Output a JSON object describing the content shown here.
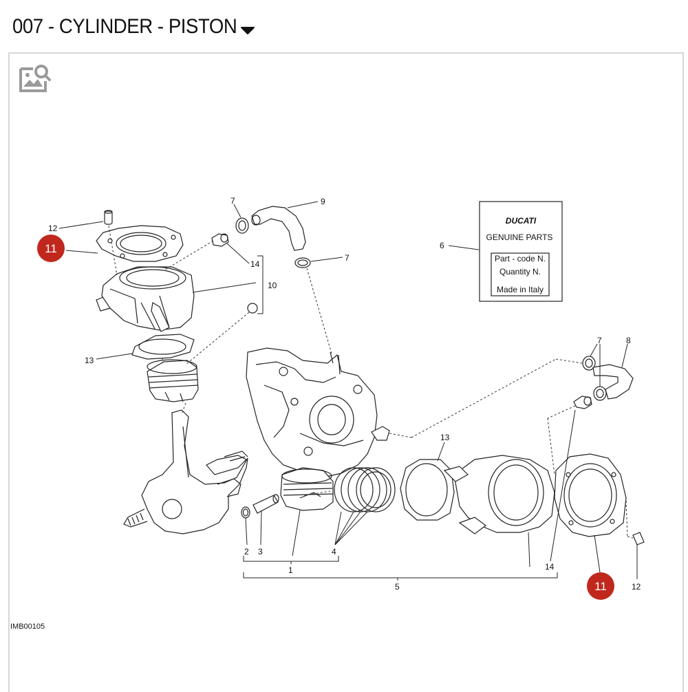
{
  "header": {
    "title": "007 - CYLINDER - PISTON"
  },
  "diagram": {
    "reference_code": "IMB00105",
    "callouts": {
      "c12a": "12",
      "c7a": "7",
      "c9": "9",
      "c14a": "14",
      "c10": "10",
      "c7b": "7",
      "c13a": "13",
      "c6": "6",
      "c7c": "7",
      "c8": "8",
      "c13b": "13",
      "c2": "2",
      "c3": "3",
      "c4": "4",
      "c1": "1",
      "c5": "5",
      "c14b": "14",
      "c12b": "12"
    },
    "highlighted_badges": [
      {
        "label": "11"
      },
      {
        "label": "11"
      }
    ],
    "label_card": {
      "brand": "DUCATI",
      "genuine": "GENUINE PARTS",
      "part_code": "Part - code N.",
      "quantity": "Quantity N.",
      "made_in": "Made in Italy"
    }
  },
  "colors": {
    "badge": "#c0281e",
    "border": "#d6d6d6"
  },
  "icons": {
    "title_menu": "chevron-down-icon",
    "zoom": "image-search-icon"
  }
}
